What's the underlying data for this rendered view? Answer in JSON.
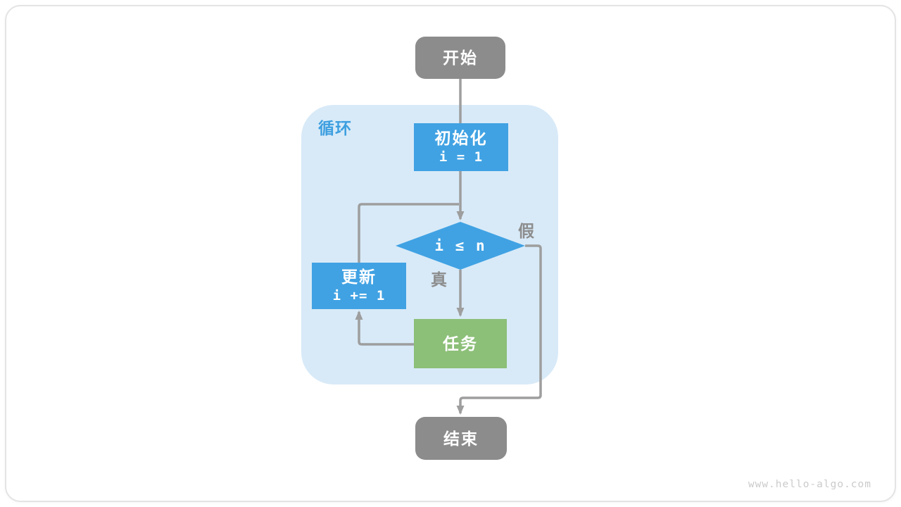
{
  "colors": {
    "node_gray": "#8C8C8C",
    "node_blue": "#40A2E3",
    "node_green": "#8CBF78",
    "loop_container_bg": "#D8EAF8",
    "connector_gray": "#9E9E9E",
    "loop_label_blue": "#3D9FE0",
    "branch_label_gray": "#8C8C8C",
    "card_border": "#E4E4E4",
    "watermark_gray": "#CBCBCB"
  },
  "flowchart": {
    "start_label": "开始",
    "loop_label": "循环",
    "init_title": "初始化",
    "init_code": "i = 1",
    "condition_code": "i ≤ n",
    "true_label": "真",
    "false_label": "假",
    "task_label": "任务",
    "update_title": "更新",
    "update_code": "i += 1",
    "end_label": "结束"
  },
  "footer": {
    "watermark": "www.hello-algo.com"
  }
}
